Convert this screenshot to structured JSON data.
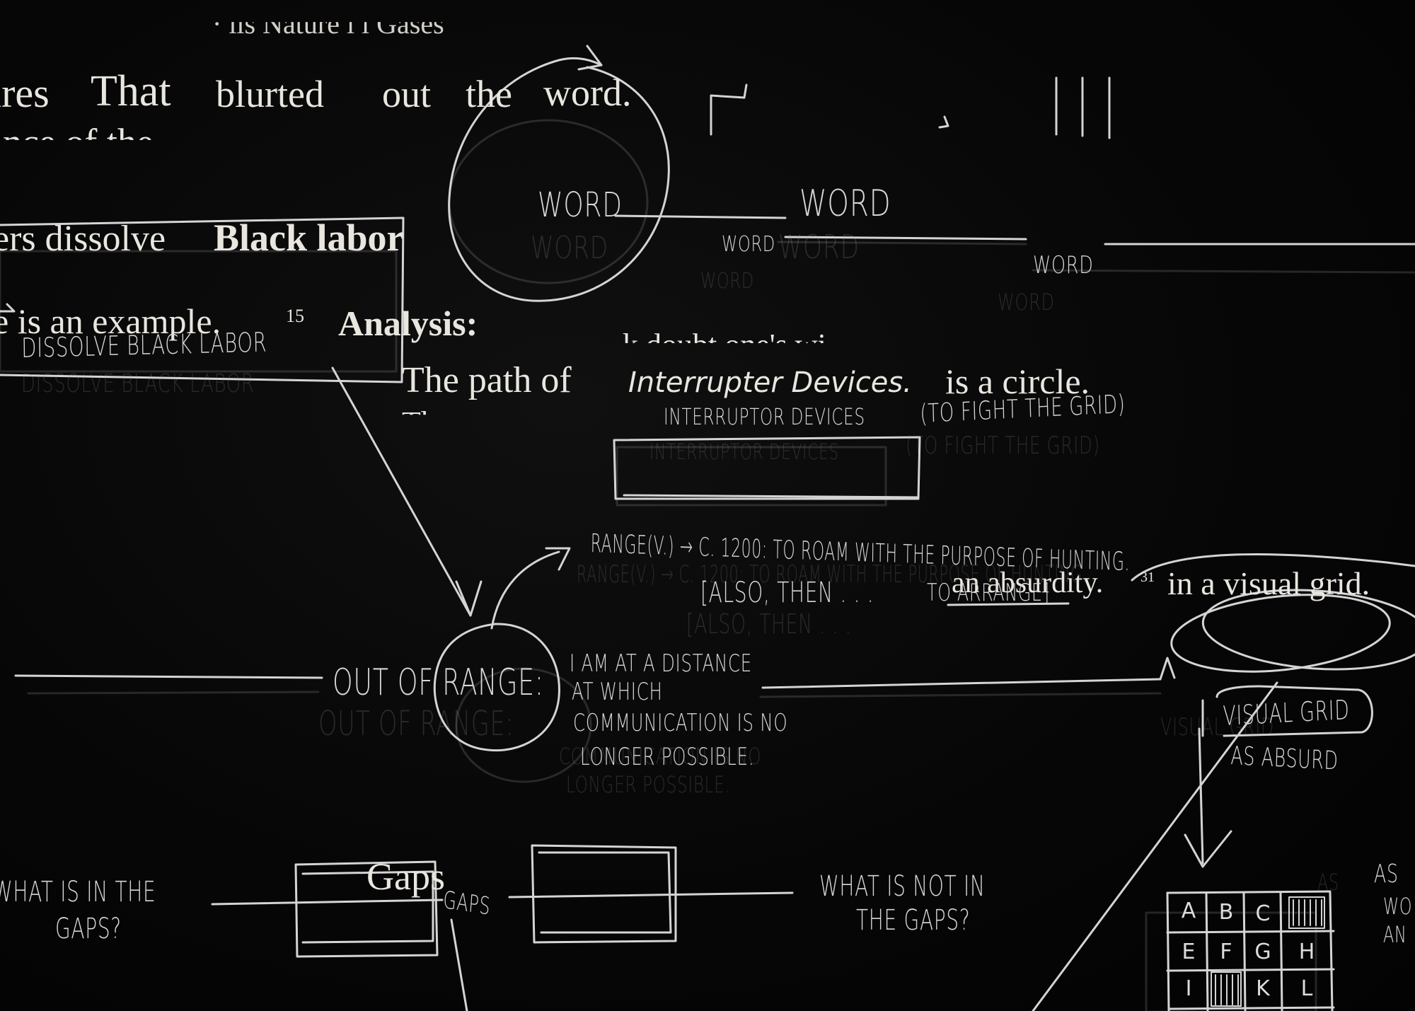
{
  "printed": {
    "top_partial": "· ııs Nature ı ı Gases",
    "line1_a": "ıres",
    "line1_b": "That",
    "line1_c": "blurted",
    "line1_d": "out",
    "line1_e": "the",
    "line1_f": "word.",
    "line2_partial": "ance of the",
    "black_labor_a": "ers dissolve",
    "black_labor_b": "Black labor",
    "example": "e is an example.",
    "example_note": "15",
    "analysis": "Analysis:",
    "analysis_sub": "k doubt one's wi",
    "path_a": "The path of",
    "path_italic": "Interrupter Devices.",
    "path_b": "is a circle.",
    "path_under": "Th",
    "absurdity": "an absurdity.",
    "absurdity_note": "31",
    "visual_grid": "in a visual grid.",
    "gaps": "Gaps"
  },
  "handwritten": {
    "word_1": "WORD",
    "word_2": "WORD",
    "word_3": "WORD",
    "word_4": "WORD",
    "dissolve": "DISSOLVE BLACK LABOR",
    "interruptor": "INTERRUPTOR DEVICES",
    "fight": "(TO FIGHT THE GRID)",
    "range_def": "RANGE(V.) → C. 1200: TO ROAM WITH THE PURPOSE OF HUNTING.",
    "also_then": "[ALSO, THEN . . .",
    "to_arrange": "TO ARRANGE]",
    "out_of_range": "OUT OF RANGE:",
    "distance_1": "I AM AT A DISTANCE",
    "distance_2": "AT WHICH",
    "distance_3": "COMMUNICATION IS NO",
    "distance_4": "LONGER POSSIBLE.",
    "visual_grid_1": "VISUAL GRID",
    "visual_grid_2": "AS ABSURD",
    "what_in_1": "WHAT IS IN THE",
    "what_in_2": "GAPS?",
    "gaps_small": "GAPS",
    "what_not_1": "WHAT IS NOT IN",
    "what_not_2": "THE GAPS?",
    "edge_1": "AS",
    "edge_2": "WO",
    "edge_3": "AN"
  },
  "grid_letters": [
    "A",
    "B",
    "C",
    "",
    "E",
    "F",
    "G",
    "H",
    "I",
    "",
    "K",
    "L"
  ],
  "colors": {
    "board": "#050505",
    "chalk": "#d6d6d6",
    "print": "#e9e6df"
  }
}
